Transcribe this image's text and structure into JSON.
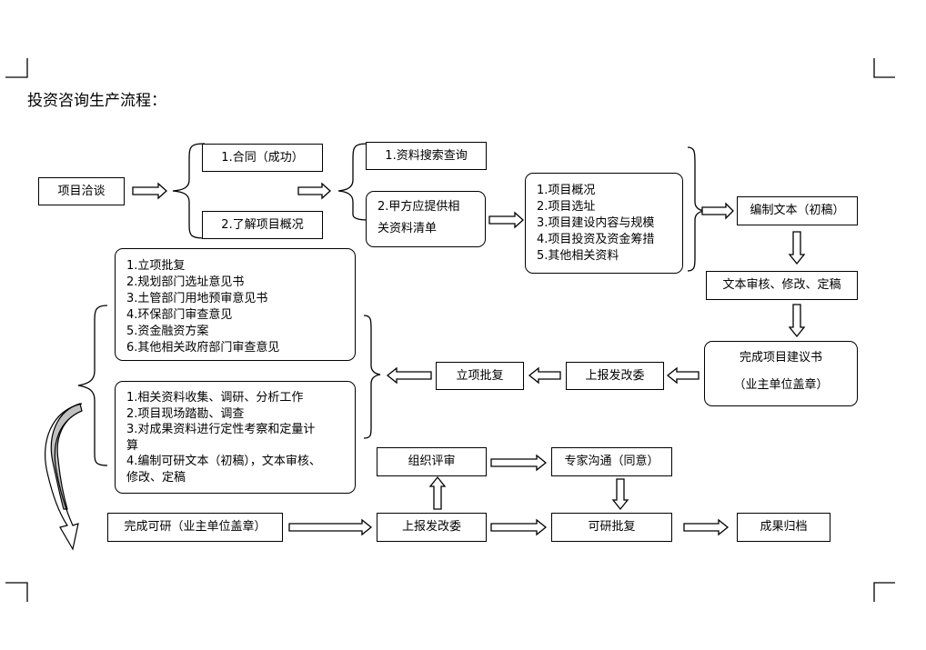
{
  "page": {
    "title": "投资咨询生产流程："
  },
  "nodes": {
    "negotiation": "项目洽谈",
    "contract": "1.合同（成功）",
    "understand": "2.了解项目概况",
    "search": "1.资料搜索查询",
    "client_docs": [
      "2.甲方应提供相",
      "关资料清单"
    ],
    "overview_list": [
      "1.项目概况",
      "2.项目选址",
      "3.项目建设内容与规模",
      "4.项目投资及资金筹措",
      "5.其他相关资料"
    ],
    "draft": "编制文本（初稿）",
    "review": "文本审核、修改、定稿",
    "proposal": [
      "完成项目建议书",
      "（业主单位盖章）"
    ],
    "report_ndrc_1": "上报发改委",
    "approval": "立项批复",
    "approval_list": [
      "1.立项批复",
      "2.规划部门选址意见书",
      "3.土管部门用地预审意见书",
      "4.环保部门审查意见",
      "5.资金融资方案",
      "6.其他相关政府部门审查意见"
    ],
    "research_list": [
      "1.相关资料收集、调研、分析工作",
      "2.项目现场踏勘、调查",
      "3.对成果资料进行定性考察和定量计",
      "算",
      "4.编制可研文本（初稿），文本审核、",
      "修改、定稿"
    ],
    "feasibility_done": "完成可研（业主单位盖章）",
    "report_ndrc_2": "上报发改委",
    "organize_review": "组织评审",
    "expert": "专家沟通（同意）",
    "fs_approval": "可研批复",
    "archive": "成果归档"
  }
}
